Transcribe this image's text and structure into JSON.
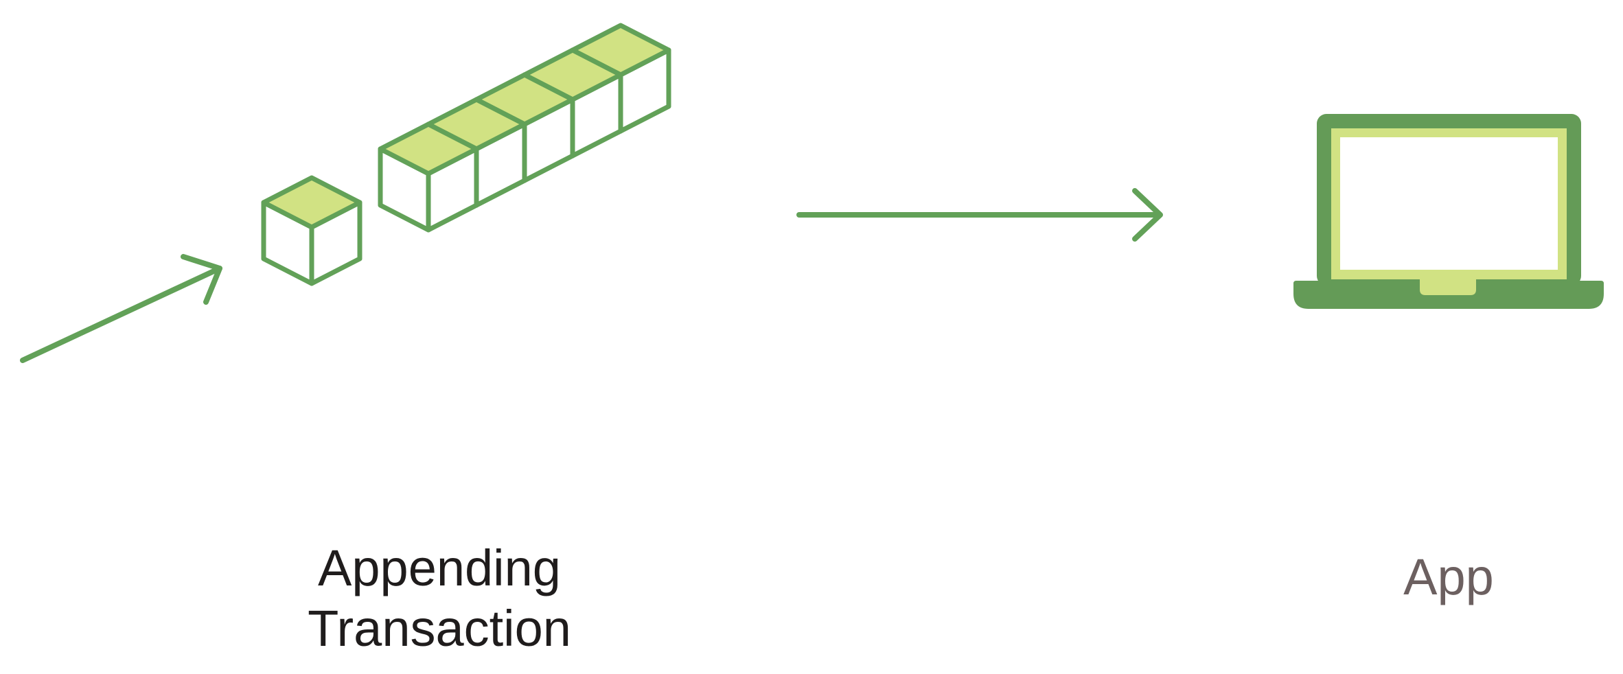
{
  "colors": {
    "line_green": "#62a158",
    "light_green": "#d1e283",
    "dark_green": "#649b57",
    "text_dark": "#1f1c1c",
    "text_muted": "#6c6060",
    "background": "#ffffff"
  },
  "labels": {
    "transaction_line1": "Appending",
    "transaction_line2": "Transaction",
    "app": "App"
  },
  "icons": {
    "incoming": "arrow-right-icon",
    "single_block": "cube-icon",
    "block_chain": "cube-row-icon",
    "connector": "arrow-right-icon",
    "app": "laptop-icon"
  },
  "block_chain_count": 5
}
